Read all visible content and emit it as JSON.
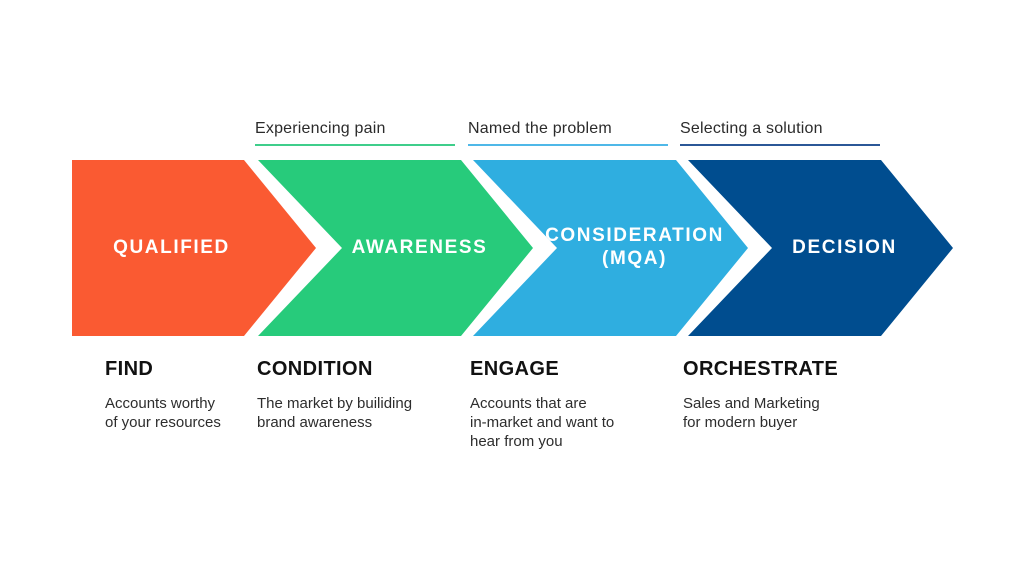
{
  "colors": {
    "background": "#FFFFFF",
    "stage_label_text": "#FFFFFF",
    "annotation_text": "#2B2B2B",
    "heading_text": "#111111",
    "body_text": "#2D2D2D"
  },
  "annotations": [
    {
      "label": "Experiencing pain",
      "underline_color": "#3FCE8B"
    },
    {
      "label": "Named the problem",
      "underline_color": "#4FB8E8"
    },
    {
      "label": "Selecting a solution",
      "underline_color": "#2B5797"
    }
  ],
  "stages": [
    {
      "label": "QUALIFIED",
      "color": "#FA5A32"
    },
    {
      "label": "AWARENESS",
      "color": "#27CB7B"
    },
    {
      "label": "CONSIDERATION\n(MQA)",
      "color": "#2FAEE0"
    },
    {
      "label": "DECISION",
      "color": "#004D8F"
    }
  ],
  "descriptions": [
    {
      "heading": "FIND",
      "body": "Accounts worthy\nof your resources"
    },
    {
      "heading": "CONDITION",
      "body": "The market by builiding\nbrand awareness"
    },
    {
      "heading": "ENGAGE",
      "body": "Accounts that are\nin-market and want to\nhear from you"
    },
    {
      "heading": "ORCHESTRATE",
      "body": "Sales and Marketing\nfor modern buyer"
    }
  ]
}
